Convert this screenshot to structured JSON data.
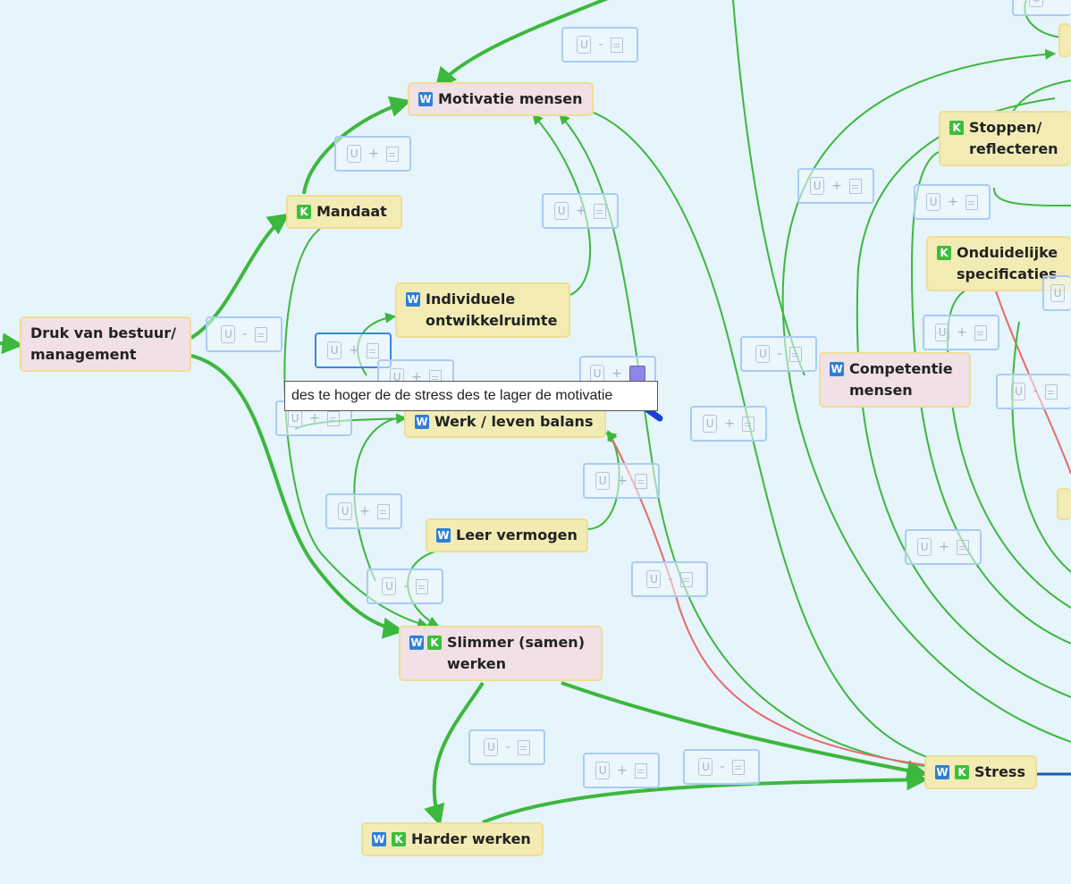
{
  "nodes": [
    {
      "id": "druk",
      "label": "Druk van bestuur/\nmanagement",
      "badges": [],
      "style": "p"
    },
    {
      "id": "mandaat",
      "label": "Mandaat",
      "badges": [
        "K"
      ],
      "style": "y"
    },
    {
      "id": "motivatie",
      "label": "Motivatie mensen",
      "badges": [
        "W"
      ],
      "style": "p"
    },
    {
      "id": "individuele",
      "label": "Individuele\nontwikkelruimte",
      "badges": [
        "W"
      ],
      "style": "y"
    },
    {
      "id": "werk",
      "label": "Werk / leven balans",
      "badges": [
        "W"
      ],
      "style": "y"
    },
    {
      "id": "leer",
      "label": "Leer vermogen",
      "badges": [
        "W"
      ],
      "style": "y"
    },
    {
      "id": "slimmer",
      "label": "Slimmer (samen)\nwerken",
      "badges": [
        "W",
        "K"
      ],
      "style": "p"
    },
    {
      "id": "harder",
      "label": "Harder werken",
      "badges": [
        "W",
        "K"
      ],
      "style": "y"
    },
    {
      "id": "stress",
      "label": "Stress",
      "badges": [
        "W",
        "K"
      ],
      "style": "y"
    },
    {
      "id": "competentie",
      "label": "Competentie\nmensen",
      "badges": [
        "W"
      ],
      "style": "p"
    },
    {
      "id": "stoppen",
      "label": "Stoppen/\nreflecteren",
      "badges": [
        "K"
      ],
      "style": "y"
    },
    {
      "id": "onduidelijke",
      "label": "Onduidelijke\nspecificaties",
      "badges": [
        "K"
      ],
      "style": "y"
    }
  ],
  "controls": [
    {
      "u": "U",
      "sign": "-"
    },
    {
      "u": "U",
      "sign": "+"
    },
    {
      "u": "U",
      "sign": "-"
    },
    {
      "u": "U",
      "sign": "+"
    },
    {
      "u": "U",
      "sign": "+"
    },
    {
      "u": "U",
      "sign": "+"
    },
    {
      "u": "U",
      "sign": "+"
    },
    {
      "u": "U",
      "sign": "+"
    },
    {
      "u": "U",
      "sign": "+"
    },
    {
      "u": "U",
      "sign": "+"
    },
    {
      "u": "U",
      "sign": "-"
    },
    {
      "u": "U",
      "sign": "-"
    },
    {
      "u": "U",
      "sign": "-"
    },
    {
      "u": "U",
      "sign": "+"
    },
    {
      "u": "U",
      "sign": "-"
    },
    {
      "u": "U",
      "sign": "+"
    },
    {
      "u": "U",
      "sign": "+"
    },
    {
      "u": "U",
      "sign": "+"
    },
    {
      "u": "U",
      "sign": "+"
    },
    {
      "u": "U",
      "sign": "-"
    },
    {
      "u": "U",
      "sign": "+"
    },
    {
      "u": "U",
      "sign": "-"
    },
    {
      "u": "U",
      "sign": "-"
    },
    {
      "u": "U",
      "sign": "-"
    },
    {
      "u": "U",
      "sign": "+"
    }
  ],
  "tooltip": {
    "text": "des te hoger de de stress des te lager de motivatie"
  },
  "colors": {
    "background": "#e6f4fc",
    "positive_link": "#3cb83c",
    "negative_link": "#e86a6a",
    "selection": "#1a3fd6",
    "yellow_node": "#f2ecb4",
    "pink_node": "#f1e0e6"
  }
}
